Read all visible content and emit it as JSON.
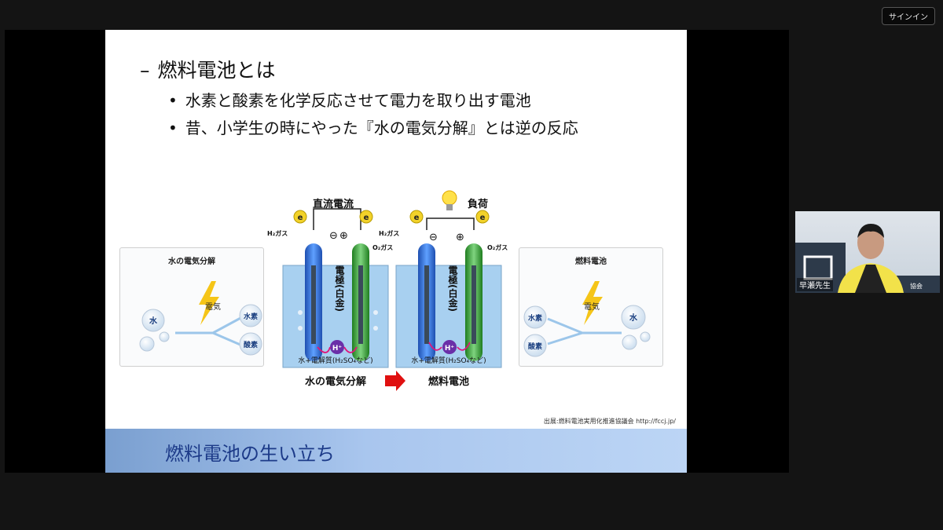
{
  "top_bar": {
    "sign_in_label": "サインイン"
  },
  "slide": {
    "heading": "燃料電池とは",
    "heading_dash": "–",
    "bullets": [
      "水素と酸素を化学反応させて電力を取り出す電池",
      "昔、小学生の時にやった『水の電気分解』とは逆の反応"
    ],
    "bullet_mark": "•",
    "diagram": {
      "left_panel": {
        "title": "水の電気分解",
        "input": "水",
        "energy": "電気",
        "out1": "水素",
        "out2": "酸素"
      },
      "right_panel": {
        "title": "燃料電池",
        "in1": "水素",
        "in2": "酸素",
        "energy": "電気",
        "output": "水"
      },
      "cell_left": {
        "top_label": "直流電流",
        "h2": "H₂ガス",
        "o2": "O₂ガス",
        "electrode": "電極(白金)",
        "ion": "H⁺",
        "electrolyte": "水+電解質(H₂SO₄など)",
        "e_label": "e",
        "minus": "⊖",
        "plus": "⊕",
        "caption": "水の電気分解"
      },
      "cell_right": {
        "top_label": "負荷",
        "h2": "H₂ガス",
        "o2": "O₂ガス",
        "electrode": "電極(白金)",
        "ion": "H⁺",
        "electrolyte": "水+電解質(H₂SO₄など)",
        "e_label": "e",
        "minus": "⊖",
        "plus": "⊕",
        "caption": "燃料電池"
      }
    },
    "source": "出展:燃料電池実用化推進協議会 http://fccj.jp/",
    "footer_title": "燃料電池の生い立ち"
  },
  "webcam": {
    "name": "早瀬先生",
    "badge": "協会"
  },
  "colors": {
    "blue_electrode": "#2d6fd6",
    "green_electrode": "#3aa53a",
    "electrolyte": "#a8d0f0",
    "arrow_red": "#e01010",
    "ion": "#6a2fa8",
    "footer_text": "#1c3a88"
  }
}
